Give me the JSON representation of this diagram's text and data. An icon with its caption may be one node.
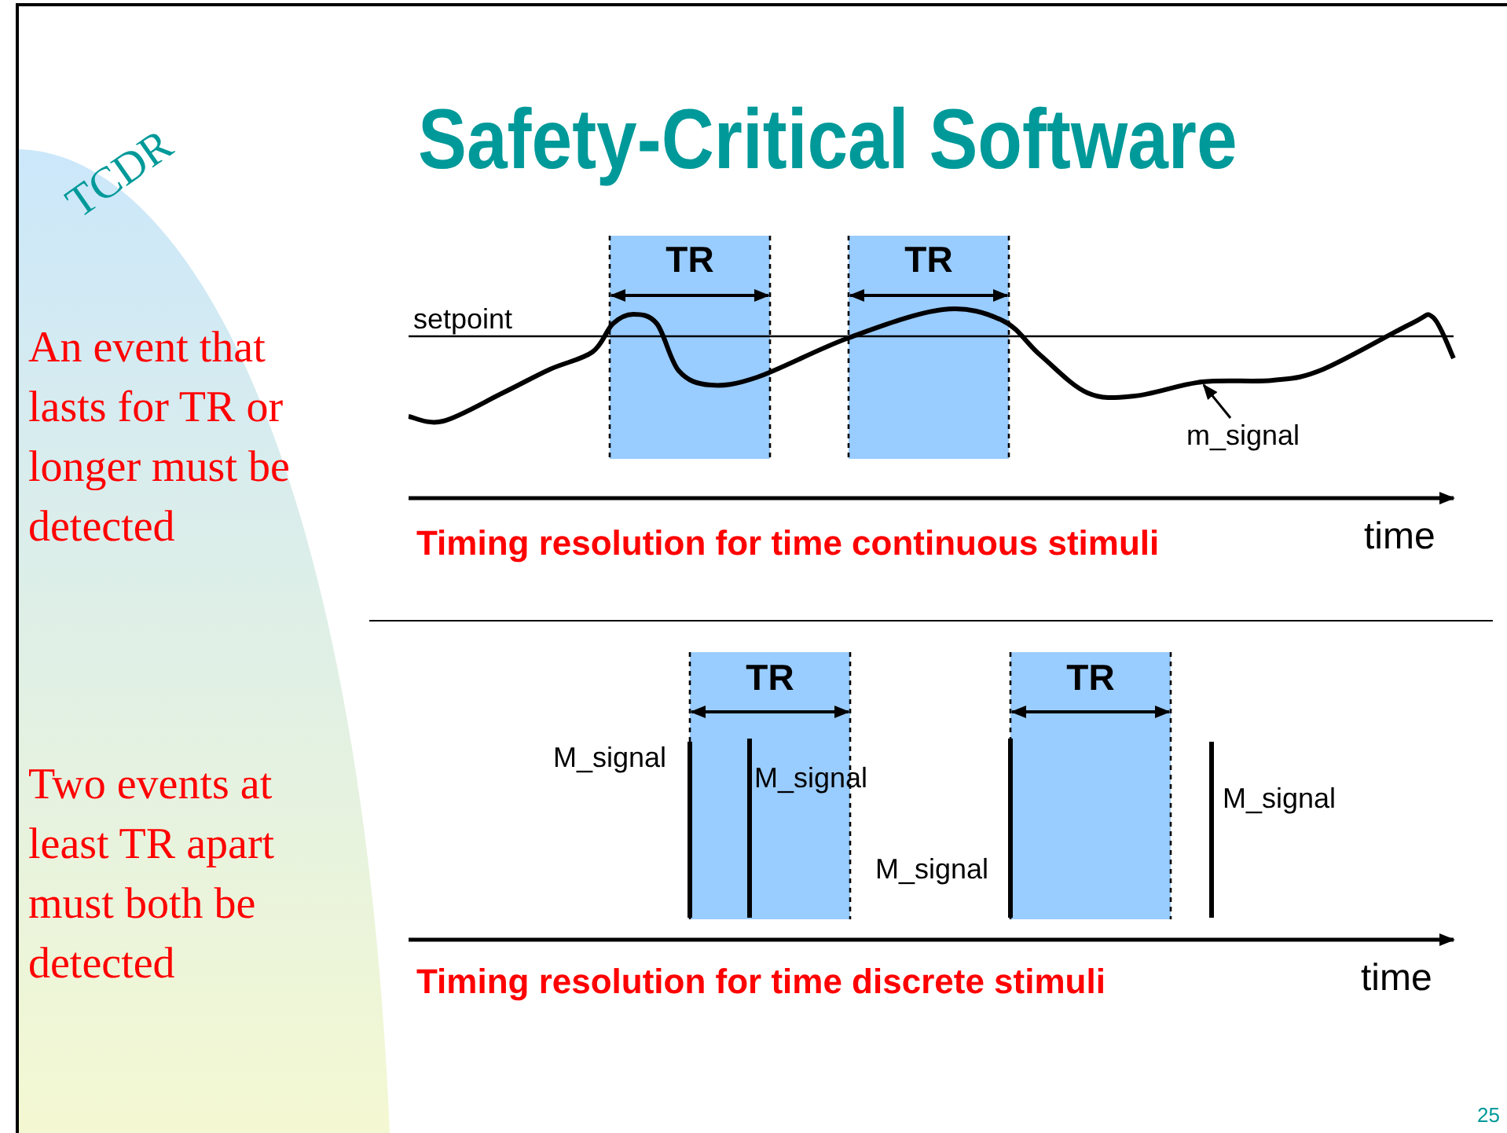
{
  "diagram": {
    "title": "Safety-Critical Software",
    "nodes": [
      {
        "text": [
          "m_signal"
        ]
      },
      {
        "text": [],
        "shape": "curve"
      }
    ],
    "edges": [
      {
        "from": 0,
        "to": 1,
        "arrow": "to"
      }
    ],
    "labels": [
      "TCDR",
      "An event that lasts for TR or longer must be detected",
      "TR",
      "TR",
      "setpoint",
      "Timing resolution for time continuous stimuli",
      "time",
      "Two events at least TR apart must both be detected",
      "TR",
      "TR",
      "M_signal",
      "M_signal",
      "M_signal",
      "M_signal",
      "Timing resolution for time discrete stimuli",
      "time",
      "25"
    ]
  }
}
